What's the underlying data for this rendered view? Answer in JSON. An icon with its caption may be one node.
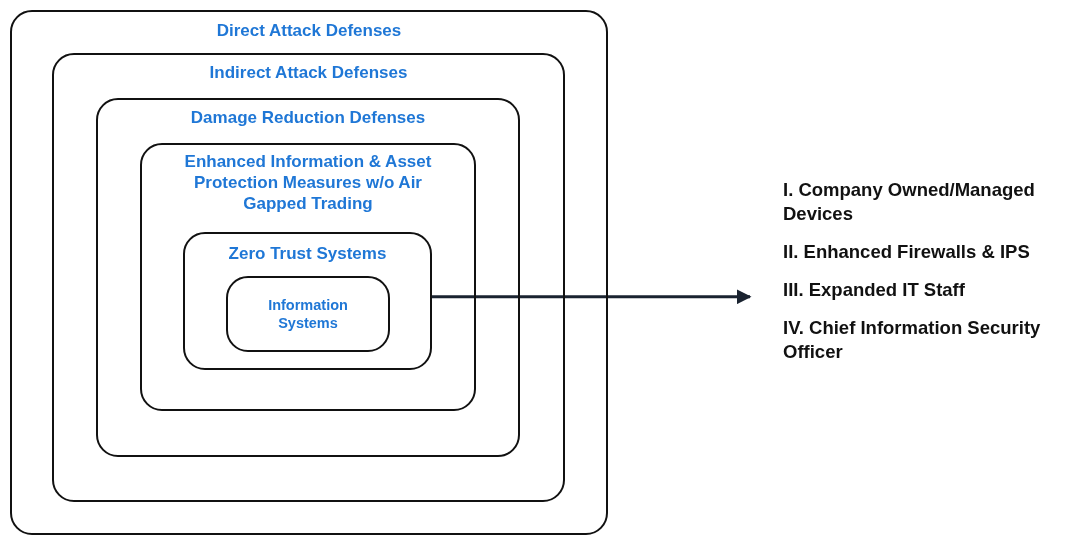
{
  "diagram": {
    "nodes": [
      {
        "text": [
          "Direct Attack Defenses"
        ]
      },
      {
        "text": [
          "Indirect Attack Defenses"
        ],
        "in": 0
      },
      {
        "text": [
          "Damage Reduction Defenses"
        ],
        "in": 1
      },
      {
        "text": [
          "Enhanced Information & Asset Protection Measures w/o Air Gapped Trading"
        ],
        "in": 2
      },
      {
        "text": [
          "Zero Trust Systems"
        ],
        "in": 3
      },
      {
        "text": [
          "Information Systems"
        ],
        "in": 4
      },
      {
        "text": [
          "I. Company Owned/Managed Devices",
          "II. Enhanced Firewalls & IPS",
          "III. Expanded IT Staff",
          "IV. Chief Information Security Officer"
        ]
      }
    ],
    "edges": [
      {
        "from": 4,
        "to": 6,
        "arrow": "to"
      }
    ]
  }
}
